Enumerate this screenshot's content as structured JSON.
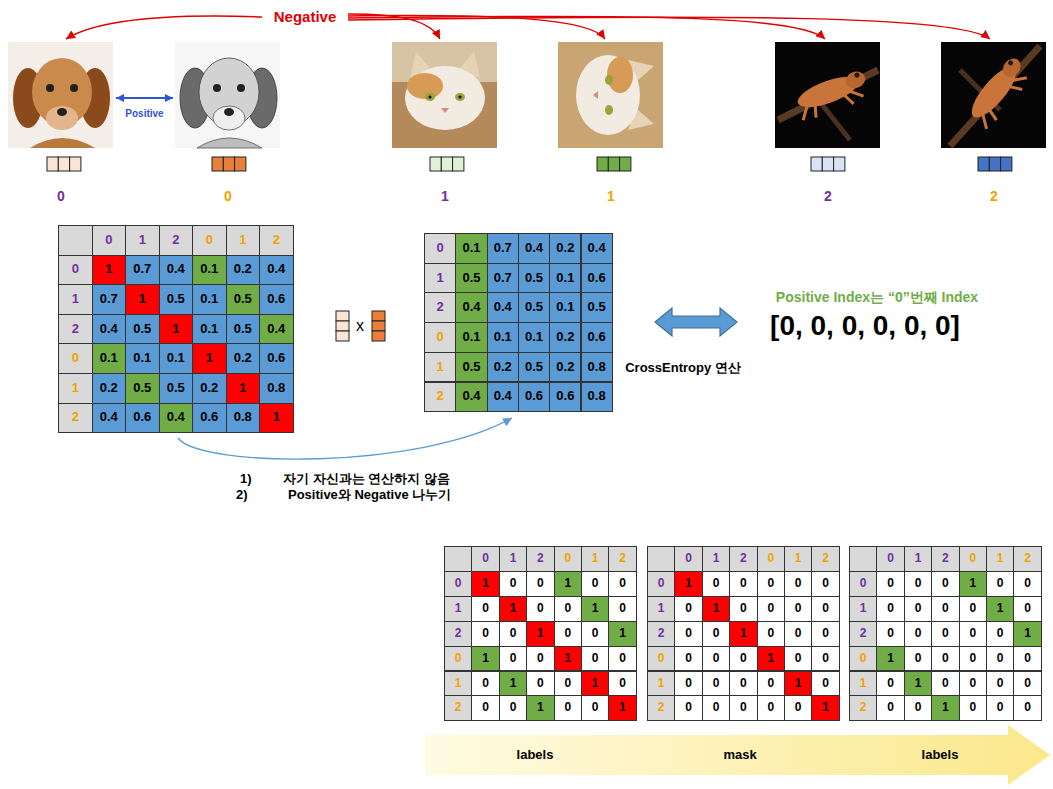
{
  "diagram": {
    "nodes": [
      {
        "text": [
          "0"
        ]
      },
      {
        "text": [
          "0"
        ]
      },
      {
        "text": [
          "1"
        ]
      },
      {
        "text": [
          "1"
        ]
      },
      {
        "text": [
          "2"
        ]
      },
      {
        "text": [
          "2"
        ]
      }
    ],
    "edges": [
      {
        "from": 0,
        "to": 1,
        "arrow": "both",
        "label": "Positive"
      }
    ],
    "labels": [
      "Negative",
      "0",
      "1",
      "2",
      "0",
      "1",
      "2",
      "0",
      "1",
      "0.7",
      "0.4",
      "0.1",
      "0.2",
      "0.4",
      "1",
      "0.7",
      "1",
      "0.5",
      "0.1",
      "0.5",
      "0.6",
      "2",
      "0.4",
      "0.5",
      "1",
      "0.1",
      "0.5",
      "0.4",
      "0",
      "0.1",
      "0.1",
      "0.1",
      "1",
      "0.2",
      "0.6",
      "1",
      "0.2",
      "0.5",
      "0.5",
      "0.2",
      "1",
      "0.8",
      "2",
      "0.4",
      "0.6",
      "0.4",
      "0.6",
      "0.8",
      "1",
      "x",
      "0",
      "0.1",
      "0.7",
      "0.4",
      "0.2",
      "0.4",
      "1",
      "0.5",
      "0.7",
      "0.5",
      "0.1",
      "0.6",
      "2",
      "0.4",
      "0.4",
      "0.5",
      "0.1",
      "0.5",
      "0",
      "0.1",
      "0.1",
      "0.1",
      "0.2",
      "0.6",
      "1",
      "0.5",
      "0.2",
      "0.5",
      "0.2",
      "0.8",
      "2",
      "0.4",
      "0.4",
      "0.6",
      "0.6",
      "0.8",
      "Positive Index는 “0”번째 Index",
      "[0, 0, 0, 0, 0, 0]",
      "CrossEntropy 연산",
      "1)",
      "자기 자신과는 연산하지 않음",
      "2)",
      "Positive와 Negative 나누기",
      "0",
      "1",
      "2",
      "0",
      "1",
      "2",
      "0",
      "1",
      "0",
      "0",
      "1",
      "0",
      "0",
      "1",
      "0",
      "1",
      "0",
      "0",
      "1",
      "0",
      "2",
      "0",
      "0",
      "1",
      "0",
      "0",
      "1",
      "0",
      "1",
      "0",
      "0",
      "1",
      "0",
      "0",
      "1",
      "0",
      "1",
      "0",
      "0",
      "1",
      "0",
      "2",
      "0",
      "0",
      "1",
      "0",
      "0",
      "1",
      "0",
      "1",
      "2",
      "0",
      "1",
      "2",
      "0",
      "1",
      "0",
      "0",
      "0",
      "0",
      "0",
      "1",
      "0",
      "1",
      "0",
      "0",
      "0",
      "0",
      "2",
      "0",
      "0",
      "1",
      "0",
      "0",
      "0",
      "0",
      "0",
      "0",
      "0",
      "1",
      "0",
      "0",
      "1",
      "0",
      "0",
      "0",
      "0",
      "1",
      "0",
      "2",
      "0",
      "0",
      "0",
      "0",
      "0",
      "1",
      "0",
      "1",
      "2",
      "0",
      "1",
      "2",
      "0",
      "0",
      "0",
      "0",
      "1",
      "0",
      "0",
      "1",
      "0",
      "0",
      "0",
      "0",
      "1",
      "0",
      "2",
      "0",
      "0",
      "0",
      "0",
      "0",
      "1",
      "0",
      "1",
      "0",
      "0",
      "0",
      "0",
      "0",
      "1",
      "0",
      "1",
      "0",
      "0",
      "0",
      "0",
      "2",
      "0",
      "0",
      "1",
      "0",
      "0",
      "0",
      "labels",
      "mask",
      "labels"
    ]
  }
}
